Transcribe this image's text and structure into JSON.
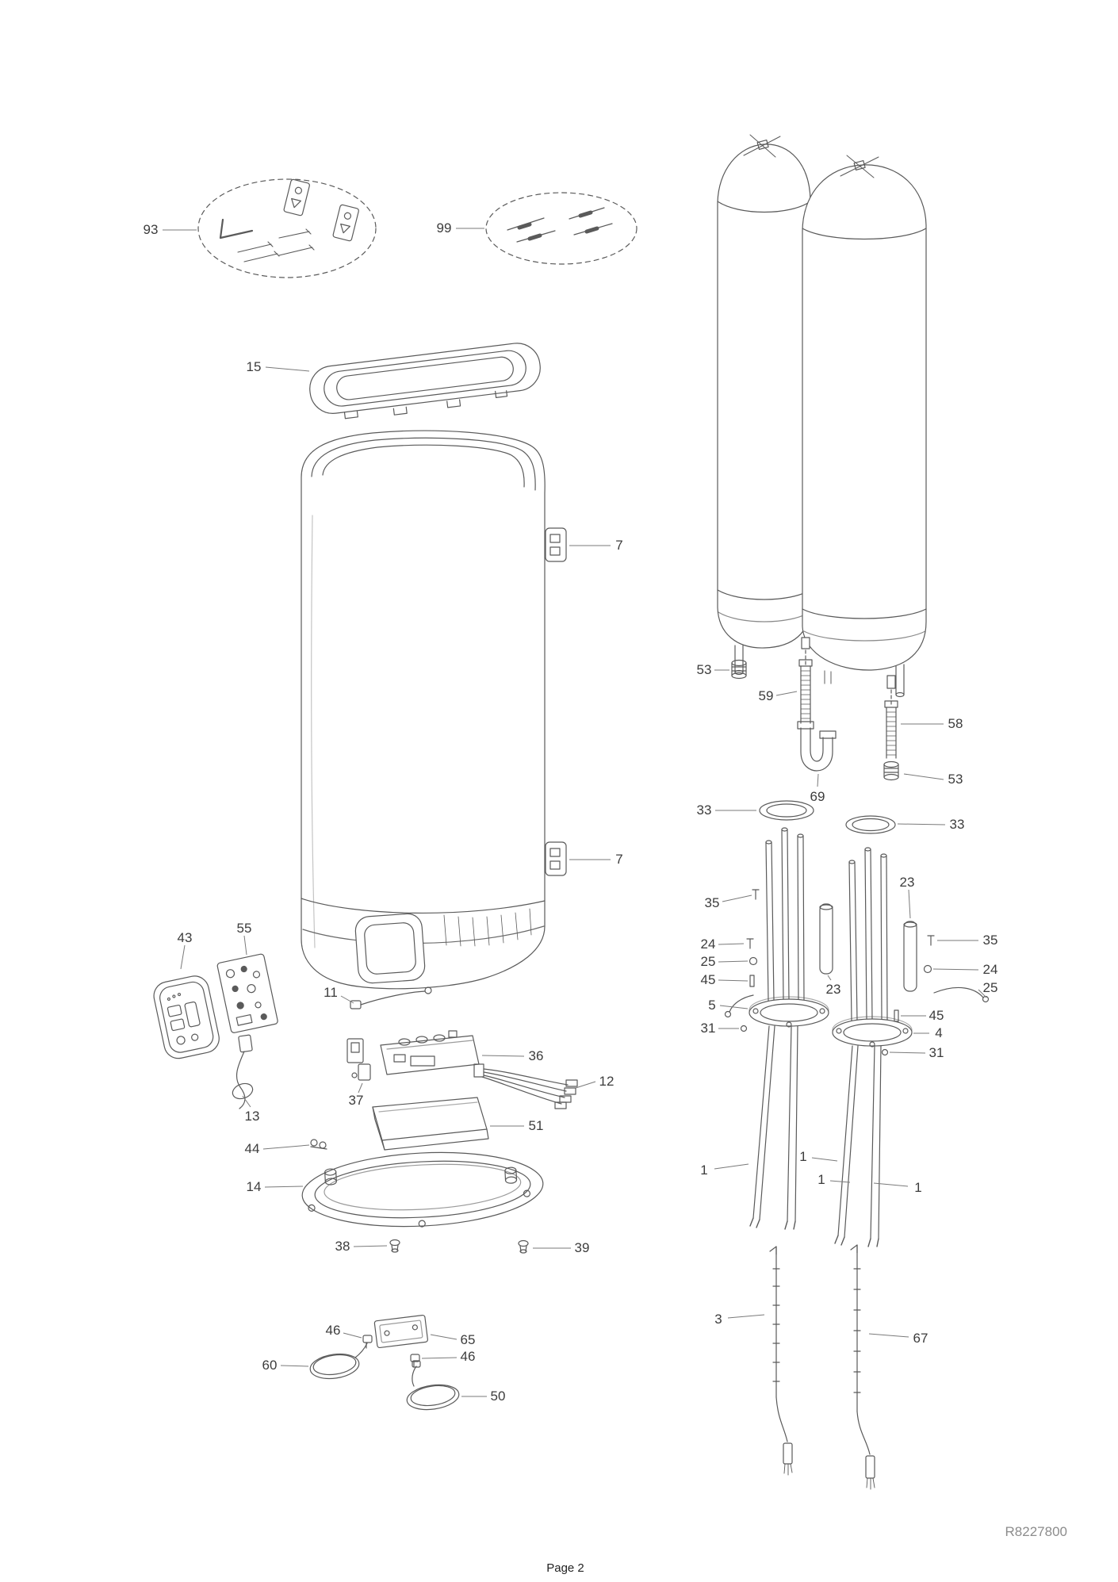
{
  "page": {
    "footer_text": "Page 2",
    "reference_code": "R8227800",
    "background_color": "#ffffff",
    "line_color": "#5a5a5a",
    "label_color": "#3c3c3c"
  },
  "callouts": [
    {
      "text": "93"
    },
    {
      "text": "99"
    },
    {
      "text": "15"
    },
    {
      "text": "7"
    },
    {
      "text": "7"
    },
    {
      "text": "43"
    },
    {
      "text": "55"
    },
    {
      "text": "11"
    },
    {
      "text": "36"
    },
    {
      "text": "12"
    },
    {
      "text": "51"
    },
    {
      "text": "37"
    },
    {
      "text": "13"
    },
    {
      "text": "44"
    },
    {
      "text": "14"
    },
    {
      "text": "38"
    },
    {
      "text": "39"
    },
    {
      "text": "46"
    },
    {
      "text": "65"
    },
    {
      "text": "46"
    },
    {
      "text": "60"
    },
    {
      "text": "50"
    },
    {
      "text": "53"
    },
    {
      "text": "59"
    },
    {
      "text": "69"
    },
    {
      "text": "58"
    },
    {
      "text": "53"
    },
    {
      "text": "33"
    },
    {
      "text": "33"
    },
    {
      "text": "35"
    },
    {
      "text": "23"
    },
    {
      "text": "24"
    },
    {
      "text": "25"
    },
    {
      "text": "45"
    },
    {
      "text": "5"
    },
    {
      "text": "31"
    },
    {
      "text": "23"
    },
    {
      "text": "35"
    },
    {
      "text": "24"
    },
    {
      "text": "25"
    },
    {
      "text": "45"
    },
    {
      "text": "4"
    },
    {
      "text": "31"
    },
    {
      "text": "1"
    },
    {
      "text": "1"
    },
    {
      "text": "1"
    },
    {
      "text": "1"
    },
    {
      "text": "3"
    },
    {
      "text": "67"
    }
  ]
}
